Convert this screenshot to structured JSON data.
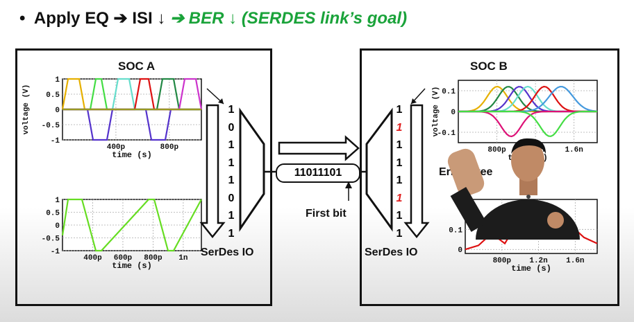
{
  "title": {
    "bullet": "•",
    "part1": "Apply EQ",
    "arrow1": "➔",
    "part2": "ISI",
    "down1": "↓",
    "arrow2": "➔",
    "part3": "BER",
    "down2": "↓",
    "part4": "(SERDES link’s goal)"
  },
  "soc_a": {
    "label": "SOC A",
    "io_label": "SerDes IO"
  },
  "soc_b": {
    "label": "SOC B",
    "io_label": "SerDes IO"
  },
  "bits_a": [
    "1",
    "0",
    "1",
    "1",
    "1",
    "0",
    "1",
    "1"
  ],
  "bits_b": [
    {
      "v": "1",
      "err": false
    },
    {
      "v": "1",
      "err": true
    },
    {
      "v": "1",
      "err": false
    },
    {
      "v": "1",
      "err": false
    },
    {
      "v": "1",
      "err": false
    },
    {
      "v": "1",
      "err": true
    },
    {
      "v": "1",
      "err": false
    },
    {
      "v": "1",
      "err": false
    }
  ],
  "bit_sequence": "11011101",
  "first_bit_label": "First bit",
  "error_free_label": "Error Free",
  "chart_data": [
    {
      "id": "soc-a-top",
      "type": "line",
      "xlabel": "time (s)",
      "ylabel": "voltage (V)",
      "xticks": [
        "400p",
        "800p"
      ],
      "yticks": [
        "1",
        "0.5",
        "0",
        "-0.5",
        "-1"
      ],
      "ylim": [
        -1,
        1
      ],
      "series": [
        {
          "color": "#e6b000",
          "x": [
            0,
            0.04,
            0.12,
            0.16,
            1
          ],
          "y": [
            0,
            1,
            1,
            0,
            0
          ]
        },
        {
          "color": "#5533cc",
          "x": [
            0,
            0.18,
            0.22,
            0.32,
            0.36,
            0.6,
            0.64,
            0.74,
            0.78,
            1
          ],
          "y": [
            0,
            0,
            -1,
            -1,
            0,
            0,
            -1,
            -1,
            0,
            0
          ]
        },
        {
          "color": "#44dd44",
          "x": [
            0,
            0.2,
            0.24,
            0.28,
            0.32,
            1
          ],
          "y": [
            0,
            0,
            1,
            1,
            0,
            0
          ]
        },
        {
          "color": "#66ddcc",
          "x": [
            0,
            0.36,
            0.4,
            0.48,
            0.52,
            1
          ],
          "y": [
            0,
            0,
            1,
            1,
            0,
            0
          ]
        },
        {
          "color": "#dd1111",
          "x": [
            0,
            0.52,
            0.56,
            0.62,
            0.66,
            1
          ],
          "y": [
            0,
            0,
            1,
            1,
            0,
            0
          ]
        },
        {
          "color": "#228844",
          "x": [
            0,
            0.68,
            0.72,
            0.8,
            0.84,
            1
          ],
          "y": [
            0,
            0,
            1,
            1,
            0,
            0
          ]
        },
        {
          "color": "#cc33cc",
          "x": [
            0,
            0.84,
            0.88,
            0.96,
            1.0
          ],
          "y": [
            0,
            0,
            1,
            1,
            0
          ]
        },
        {
          "color": "#999922",
          "x": [
            0,
            1
          ],
          "y": [
            0,
            0
          ]
        }
      ]
    },
    {
      "id": "soc-a-bottom",
      "type": "line",
      "xlabel": "time (s)",
      "ylabel": "",
      "xticks": [
        "400p",
        "600p",
        "800p",
        "1n"
      ],
      "yticks": [
        "1",
        "0.5",
        "0",
        "-0.5",
        "-1"
      ],
      "ylim": [
        -1,
        1
      ],
      "series": [
        {
          "color": "#66dd22",
          "x": [
            0,
            0.04,
            0.1,
            0.14,
            0.24,
            0.28,
            0.62,
            0.66,
            0.76,
            0.8,
            1.0
          ],
          "y": [
            -0.4,
            1,
            1,
            1,
            -1,
            -1,
            1,
            1,
            -1,
            -1,
            1
          ]
        }
      ]
    },
    {
      "id": "soc-b-top",
      "type": "line",
      "xlabel": "time (s)",
      "ylabel": "voltage (V)",
      "xticks": [
        "800p",
        "1.2n",
        "1.6n"
      ],
      "yticks": [
        "0.1",
        "0",
        "-0.1"
      ],
      "ylim": [
        -0.15,
        0.15
      ],
      "series": [
        {
          "color": "#e6b000",
          "peak": 0.12,
          "center": 0.28,
          "width": 0.1
        },
        {
          "color": "#228844",
          "peak": 0.12,
          "center": 0.36,
          "width": 0.1
        },
        {
          "color": "#5533cc",
          "peak": 0.12,
          "center": 0.44,
          "width": 0.1
        },
        {
          "color": "#66ddcc",
          "peak": 0.12,
          "center": 0.5,
          "width": 0.1
        },
        {
          "color": "#dd1111",
          "peak": 0.12,
          "center": 0.62,
          "width": 0.1
        },
        {
          "color": "#4499dd",
          "peak": 0.12,
          "center": 0.74,
          "width": 0.12
        },
        {
          "color": "#dd1177",
          "peak": -0.12,
          "center": 0.38,
          "width": 0.1
        },
        {
          "color": "#44dd44",
          "peak": -0.12,
          "center": 0.66,
          "width": 0.1
        }
      ]
    },
    {
      "id": "soc-b-bottom",
      "type": "line",
      "xlabel": "time (s)",
      "ylabel": "",
      "xticks": [
        "800p",
        "1.2n",
        "1.6n"
      ],
      "yticks": [
        "0.1",
        "0"
      ],
      "ylim": [
        -0.02,
        0.25
      ],
      "series": [
        {
          "color": "#dd1111",
          "x": [
            0,
            0.1,
            0.2,
            0.3,
            0.4,
            0.5,
            0.6,
            0.7,
            0.8,
            0.9,
            1.0
          ],
          "y": [
            0,
            0.02,
            0.08,
            0.03,
            0.14,
            0.22,
            0.23,
            0.18,
            0.12,
            0.06,
            0.03
          ]
        }
      ]
    }
  ]
}
